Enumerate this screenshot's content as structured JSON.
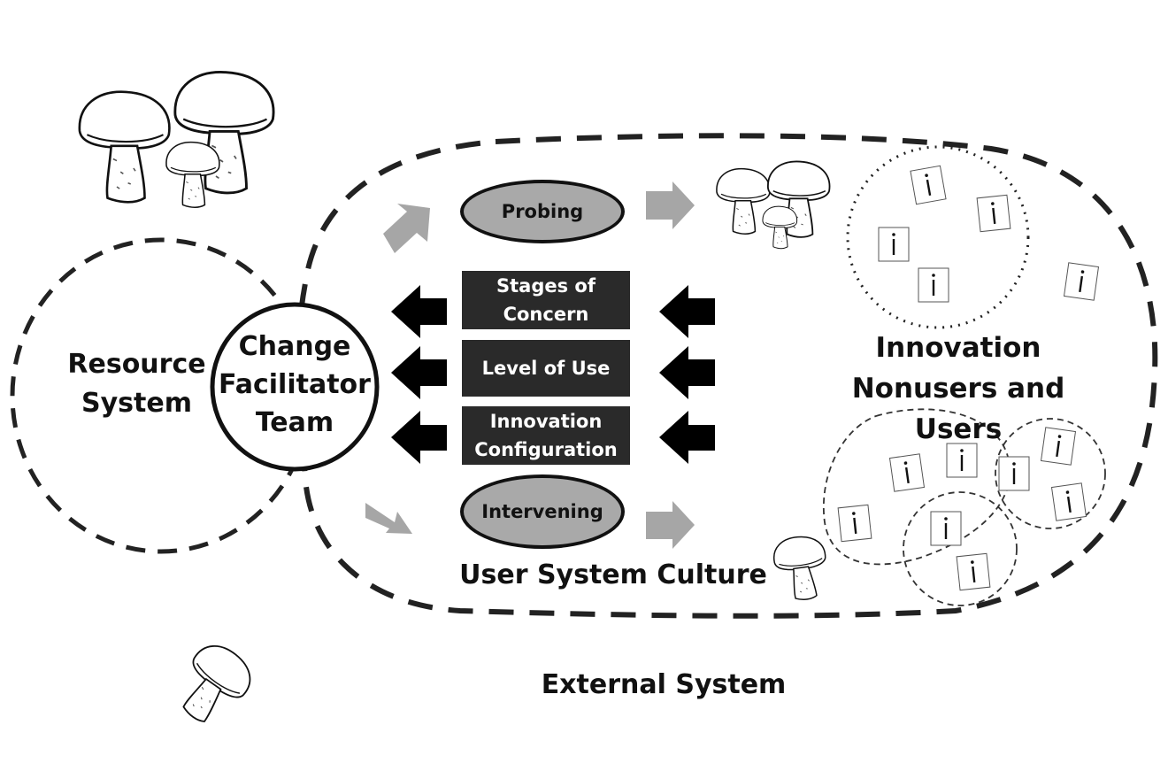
{
  "labels": {
    "resource_system": "Resource System",
    "change_facilitator_team": "Change Facilitator Team",
    "innovation_users": "Innovation Nonusers and Users",
    "user_system_culture": "User System Culture",
    "external_system": "External System"
  },
  "ovals": {
    "probing": "Probing",
    "intervening": "Intervening"
  },
  "tools": [
    {
      "line1": "Stages of",
      "line2": "Concern"
    },
    {
      "line1": "Level of Use",
      "line2": ""
    },
    {
      "line1": "Innovation",
      "line2": "Configuration"
    }
  ],
  "innovation_tile_glyph": "i",
  "colors": {
    "dashed_outline": "#222222",
    "tool_box": "#2a2a2a",
    "oval_fill": "#a9a9a9",
    "grey_arrow": "#a6a6a6",
    "black_arrow": "#000000"
  },
  "icons": [
    "mushroom-icon",
    "innovation-tile-icon",
    "grey-arrow-icon",
    "black-arrow-icon"
  ]
}
